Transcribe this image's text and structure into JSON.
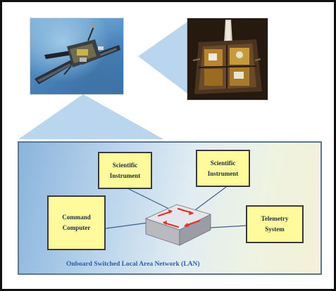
{
  "diagram": {
    "photos": {
      "satellite_icon": "satellite-photo",
      "hardware_icon": "hardware-photo"
    },
    "colors": {
      "frame_border": "#111111",
      "wedge": "#b9d6ee",
      "panel_border": "#5a7796",
      "box_fill": "#fffb9c",
      "box_border": "#3b3b3b",
      "box_text": "#1f2d45",
      "link_line": "#3f5f8a",
      "switch_top": "#e6e6ea",
      "switch_arrows": "#e0302a",
      "caption_text": "#2b5ea8"
    },
    "nodes": {
      "science_1": {
        "line1": "Scientific",
        "line2": "Instrument"
      },
      "science_2": {
        "line1": "Scientific",
        "line2": "Instrument"
      },
      "command": {
        "line1": "Command",
        "line2": "Computer"
      },
      "telemetry": {
        "line1": "Telemetry",
        "line2": "System"
      }
    },
    "caption": "Onboard Switched Local Area Network (LAN)"
  }
}
